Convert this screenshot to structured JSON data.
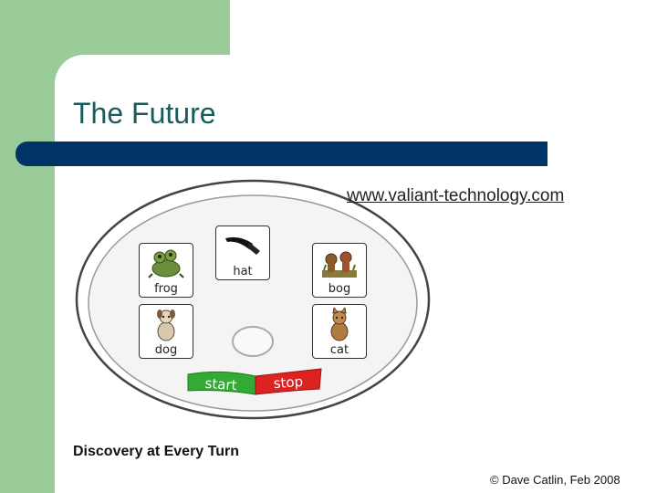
{
  "slide": {
    "title": "The Future",
    "url": "www.valiant-technology.com",
    "subtitle": "Discovery at Every Turn",
    "copyright": "© Dave Catlin, Feb 2008"
  },
  "device": {
    "cards": [
      {
        "word": "frog",
        "icon": "frog-icon"
      },
      {
        "word": "hat",
        "icon": "hat-icon"
      },
      {
        "word": "bog",
        "icon": "bog-icon"
      },
      {
        "word": "dog",
        "icon": "dog-icon"
      },
      {
        "word": "cat",
        "icon": "cat-icon"
      }
    ],
    "start_label": "start",
    "stop_label": "stop"
  },
  "colors": {
    "sidebar": "#99cc99",
    "title_bar": "#003366",
    "title_text": "#1a5a5a",
    "start_button": "#33aa33",
    "stop_button": "#dd2222"
  }
}
